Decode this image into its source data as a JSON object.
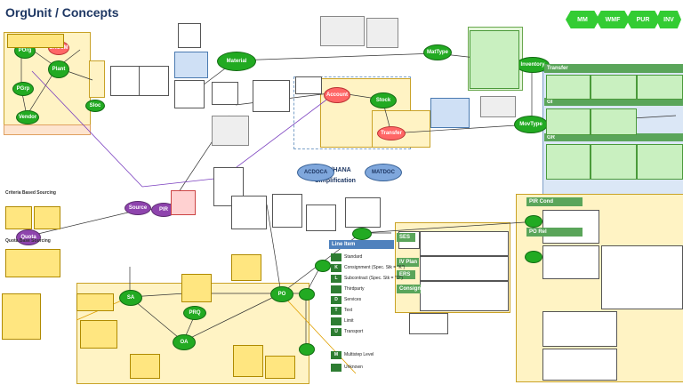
{
  "title": "OrgUnit / Concepts",
  "top_badges": [
    "MM",
    "WMF",
    "PUR",
    "INV"
  ],
  "s4": {
    "heading": "S4/HANA",
    "sub": "Simplification",
    "left_oval": "ACDOCA",
    "right_oval": "MATDOC"
  },
  "nodes": {
    "porg": "POrg",
    "plant": "Plant",
    "pgrp": "PGrp",
    "vendor": "Vendor",
    "sloc": "Sloc",
    "skuom": "SKUoM",
    "material": "Material",
    "mattype": "MatType",
    "inventory": "Inventory",
    "movtype": "MovType",
    "source": "Source",
    "quota": "Quota",
    "pir": "PIR",
    "sa": "SA",
    "po": "PO",
    "oa": "OA",
    "prq": "PRQ",
    "account": "Account",
    "transfer": "Transfer",
    "stock": "Stock"
  },
  "right_headers": {
    "transfer": "Transfer",
    "gi": "GI",
    "gr": "GR"
  },
  "line_items": {
    "header": "Line Item",
    "rows": [
      {
        "code": "",
        "label": "Standard"
      },
      {
        "code": "K",
        "label": "Consignment (Spec. Stk = \"K\")"
      },
      {
        "code": "L",
        "label": "Subcontract (Spec. Stk = \"O\")"
      },
      {
        "code": "",
        "label": "Thirdparty"
      },
      {
        "code": "D",
        "label": "Services"
      },
      {
        "code": "T",
        "label": "Text"
      },
      {
        "code": "",
        "label": "Limit"
      },
      {
        "code": "U",
        "label": "Transport"
      },
      {
        "code": "M",
        "label": "Multistep Level"
      },
      {
        "code": "",
        "label": "Unknown"
      }
    ]
  },
  "side_labels": {
    "ses": "SES",
    "ivplan": "IV Plan",
    "ers": "ERS",
    "consign": "Consign",
    "pirlabel": "PIR Cond",
    "polabel": "PO Rel",
    "sourcelist": "Criteria Based Sourcing",
    "quotalist": "Quota Base Sourcing"
  },
  "colors": {
    "accent_green": "#22aa22",
    "badge": "#33cc33",
    "title": "#1f3864"
  }
}
